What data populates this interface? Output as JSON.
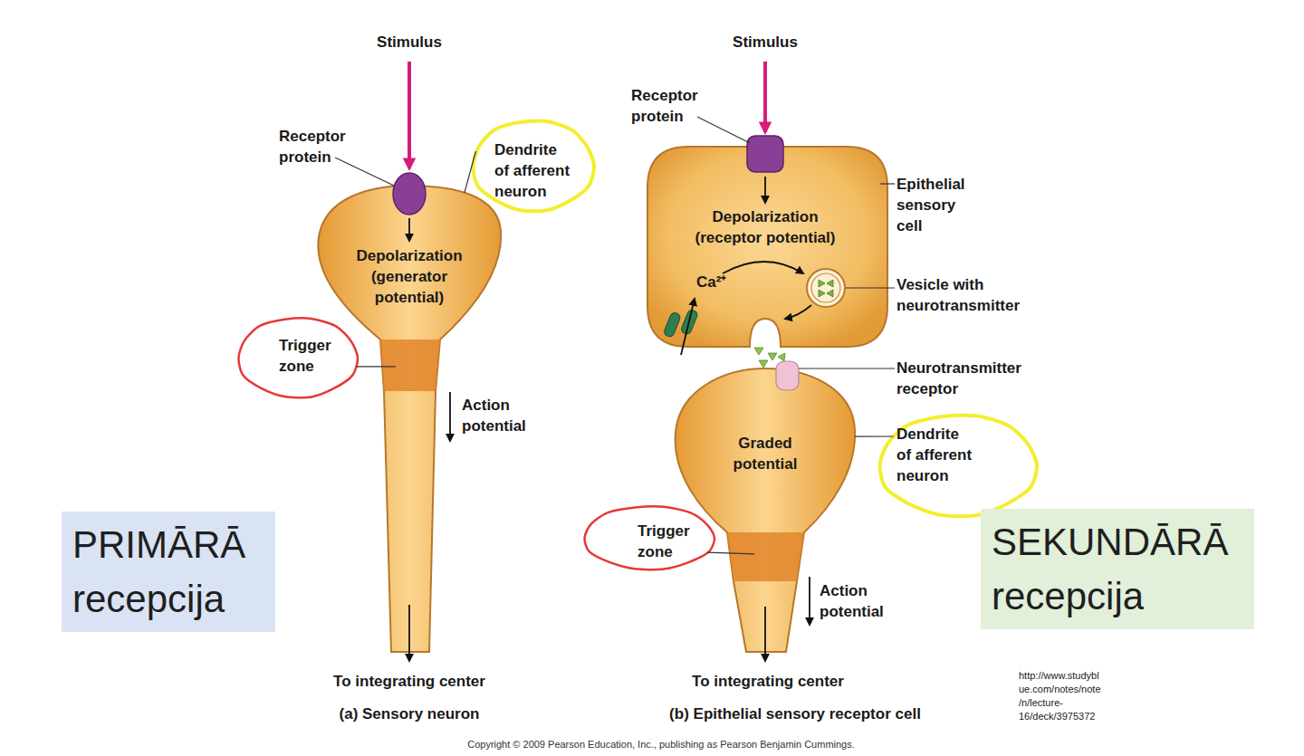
{
  "diagram": {
    "nodes": [
      {
        "text": [
          "Depolarization (generator potential)"
        ]
      },
      {
        "text": [
          "Dendrite of afferent neuron"
        ]
      },
      {
        "text": [
          "Trigger zone"
        ]
      },
      {
        "text": [
          "PRIMĀRĀ recepcija"
        ]
      },
      {
        "text": [
          "Depolarization (receptor potential)"
        ]
      },
      {
        "text": [
          "Graded potential"
        ]
      },
      {
        "text": [
          "Dendrite of afferent neuron"
        ]
      },
      {
        "text": [
          "Trigger zone"
        ]
      },
      {
        "text": [
          "SEKUNDĀRĀ recepcija"
        ]
      }
    ],
    "edges": [
      {
        "from": 1,
        "to": 0,
        "arrow": "none"
      },
      {
        "from": 2,
        "to": 0,
        "arrow": "none"
      },
      {
        "from": 6,
        "to": 5,
        "arrow": "none"
      },
      {
        "from": 7,
        "to": 5,
        "arrow": "none"
      }
    ],
    "labels": [
      "Stimulus",
      "Receptor protein",
      "Action potential",
      "To integrating center",
      "(a) Sensory neuron",
      "Stimulus",
      "Receptor protein",
      "Epithelial sensory cell",
      "Ca²⁺",
      "Vesicle with neurotransmitter",
      "Neurotransmitter receptor",
      "Action potential",
      "To integrating center",
      "(b) Epithelial sensory receptor cell",
      "http://www.studybl ue.com/notes/note /n/lecture- 16/deck/3975372",
      "Copyright © 2009 Pearson Education, Inc., publishing as Pearson Benjamin Cummings."
    ]
  }
}
